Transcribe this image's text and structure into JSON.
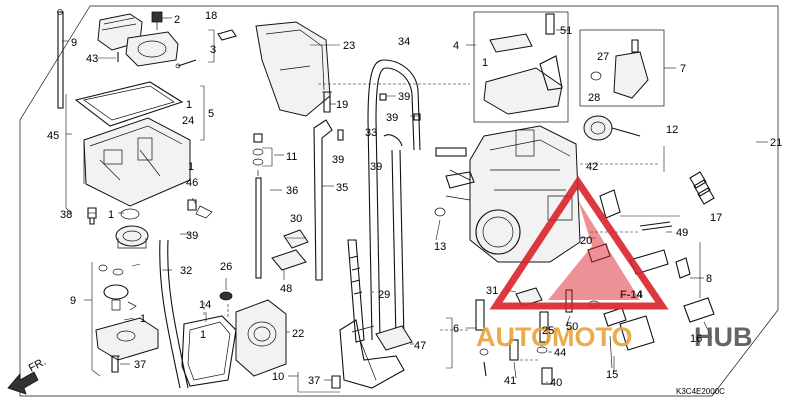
{
  "diagram": {
    "page_code": "K3C4E2000C",
    "figure_ref": "F-14",
    "front_marker": "FR.",
    "watermark": {
      "part1": "AUTOMOTO",
      "part2": "HUB",
      "color1": "#e8a33a",
      "color2": "#555555",
      "shield_color": "#d9232b"
    },
    "callouts": [
      {
        "id": "c-2",
        "text": "2"
      },
      {
        "id": "c-18",
        "text": "18"
      },
      {
        "id": "c-9a",
        "text": "9"
      },
      {
        "id": "c-43",
        "text": "43"
      },
      {
        "id": "c-3",
        "text": "3"
      },
      {
        "id": "c-23",
        "text": "23"
      },
      {
        "id": "c-34",
        "text": "34"
      },
      {
        "id": "c-4",
        "text": "4"
      },
      {
        "id": "c-51",
        "text": "51"
      },
      {
        "id": "c-1a",
        "text": "1"
      },
      {
        "id": "c-27",
        "text": "27"
      },
      {
        "id": "c-7",
        "text": "7"
      },
      {
        "id": "c-28",
        "text": "28"
      },
      {
        "id": "c-1b",
        "text": "1"
      },
      {
        "id": "c-24",
        "text": "24"
      },
      {
        "id": "c-5",
        "text": "5"
      },
      {
        "id": "c-19",
        "text": "19"
      },
      {
        "id": "c-39a",
        "text": "39"
      },
      {
        "id": "c-39b",
        "text": "39"
      },
      {
        "id": "c-45",
        "text": "45"
      },
      {
        "id": "c-12",
        "text": "12"
      },
      {
        "id": "c-21",
        "text": "21"
      },
      {
        "id": "c-11",
        "text": "11"
      },
      {
        "id": "c-33",
        "text": "33"
      },
      {
        "id": "c-39c",
        "text": "39"
      },
      {
        "id": "c-39d",
        "text": "39"
      },
      {
        "id": "c-1c",
        "text": "1"
      },
      {
        "id": "c-46",
        "text": "46"
      },
      {
        "id": "c-36",
        "text": "36"
      },
      {
        "id": "c-35",
        "text": "35"
      },
      {
        "id": "c-42",
        "text": "42"
      },
      {
        "id": "c-38",
        "text": "38"
      },
      {
        "id": "c-1d",
        "text": "1"
      },
      {
        "id": "c-30",
        "text": "30"
      },
      {
        "id": "c-39e",
        "text": "39"
      },
      {
        "id": "c-17",
        "text": "17"
      },
      {
        "id": "c-13",
        "text": "13"
      },
      {
        "id": "c-20",
        "text": "20"
      },
      {
        "id": "c-49",
        "text": "49"
      },
      {
        "id": "c-32",
        "text": "32"
      },
      {
        "id": "c-26",
        "text": "26"
      },
      {
        "id": "c-48",
        "text": "48"
      },
      {
        "id": "c-8",
        "text": "8"
      },
      {
        "id": "c-9b",
        "text": "9"
      },
      {
        "id": "c-31",
        "text": "31"
      },
      {
        "id": "c-29",
        "text": "29"
      },
      {
        "id": "c-14",
        "text": "14"
      },
      {
        "id": "c-1e",
        "text": "1"
      },
      {
        "id": "c-1f",
        "text": "1"
      },
      {
        "id": "c-22",
        "text": "22"
      },
      {
        "id": "c-6",
        "text": "6"
      },
      {
        "id": "c-50",
        "text": "50"
      },
      {
        "id": "c-25",
        "text": "25"
      },
      {
        "id": "c-47",
        "text": "47"
      },
      {
        "id": "c-44",
        "text": "44"
      },
      {
        "id": "c-16",
        "text": "16"
      },
      {
        "id": "c-37a",
        "text": "37"
      },
      {
        "id": "c-10",
        "text": "10"
      },
      {
        "id": "c-37b",
        "text": "37"
      },
      {
        "id": "c-41",
        "text": "41"
      },
      {
        "id": "c-40",
        "text": "40"
      },
      {
        "id": "c-15",
        "text": "15"
      }
    ]
  }
}
